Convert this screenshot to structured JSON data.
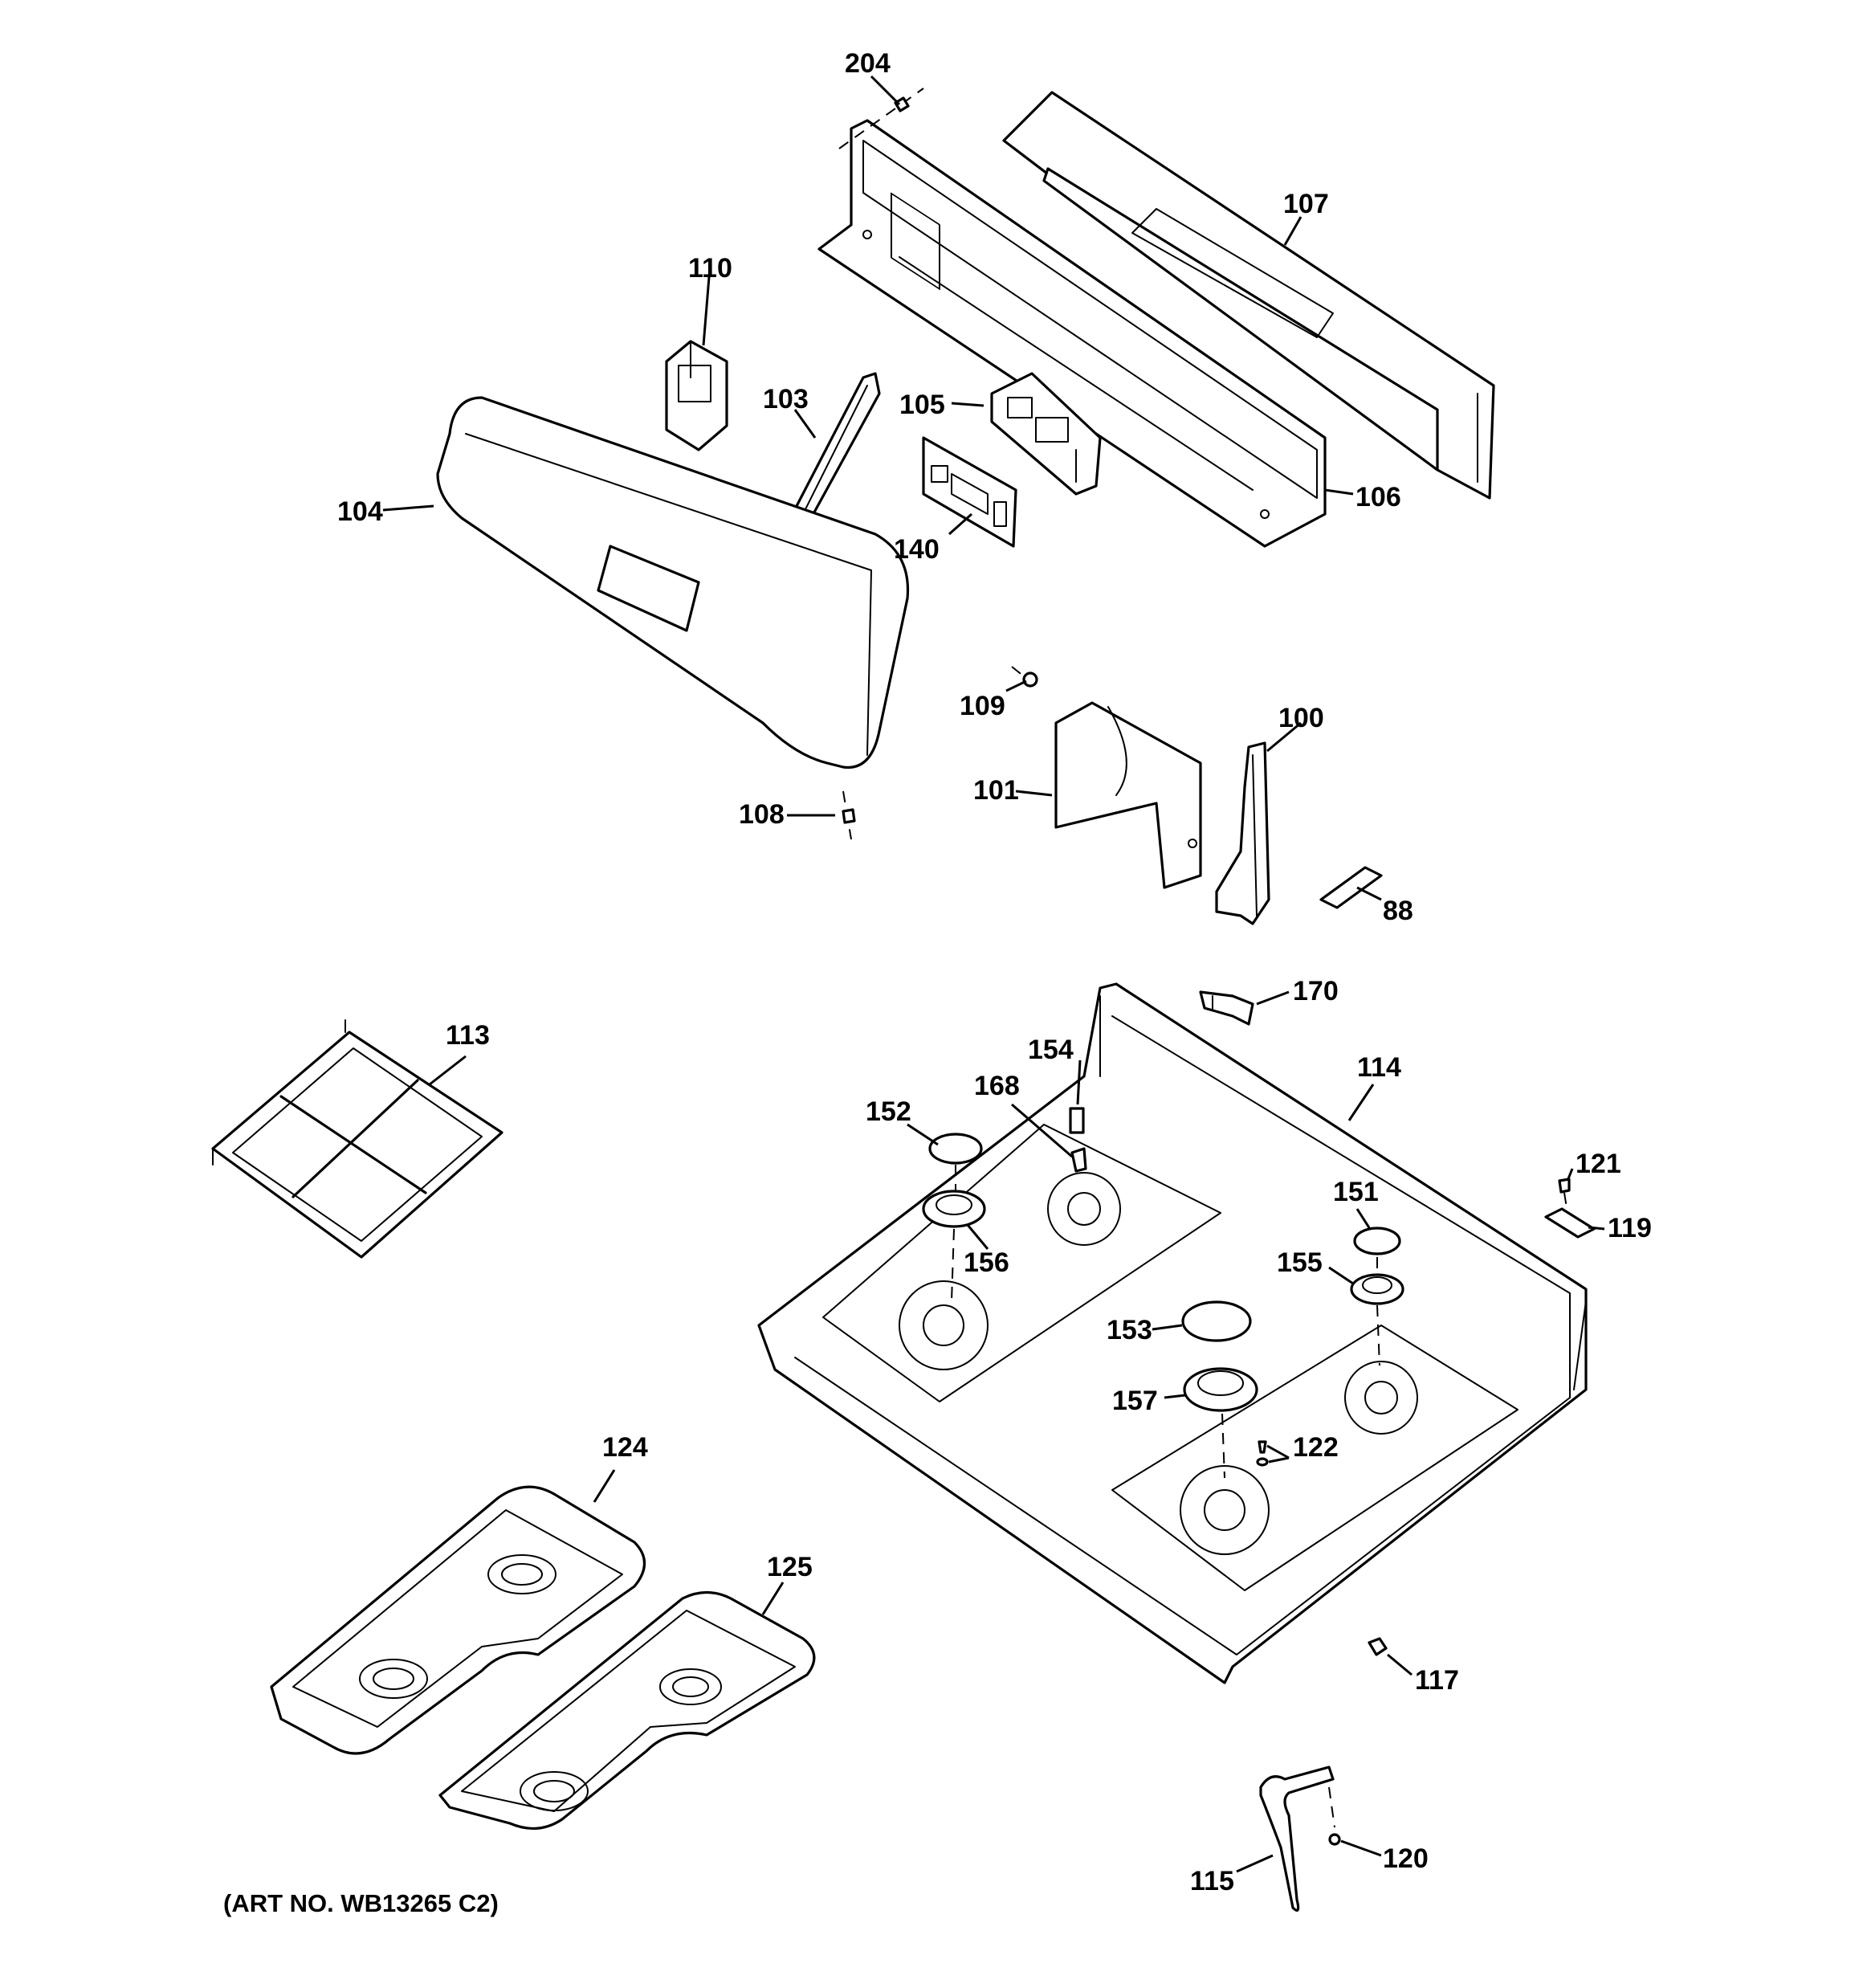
{
  "art_number": "(ART NO. WB13265 C2)",
  "callouts": {
    "c204": "204",
    "c107": "107",
    "c110": "110",
    "c103": "103",
    "c105": "105",
    "c104": "104",
    "c140": "140",
    "c106": "106",
    "c109": "109",
    "c100": "100",
    "c101": "101",
    "c108": "108",
    "c88": "88",
    "c170": "170",
    "c113": "113",
    "c154": "154",
    "c114": "114",
    "c168": "168",
    "c152": "152",
    "c121": "121",
    "c151": "151",
    "c119": "119",
    "c156": "156",
    "c155": "155",
    "c153": "153",
    "c157": "157",
    "c122": "122",
    "c124": "124",
    "c125": "125",
    "c117": "117",
    "c120": "120",
    "c115": "115"
  }
}
